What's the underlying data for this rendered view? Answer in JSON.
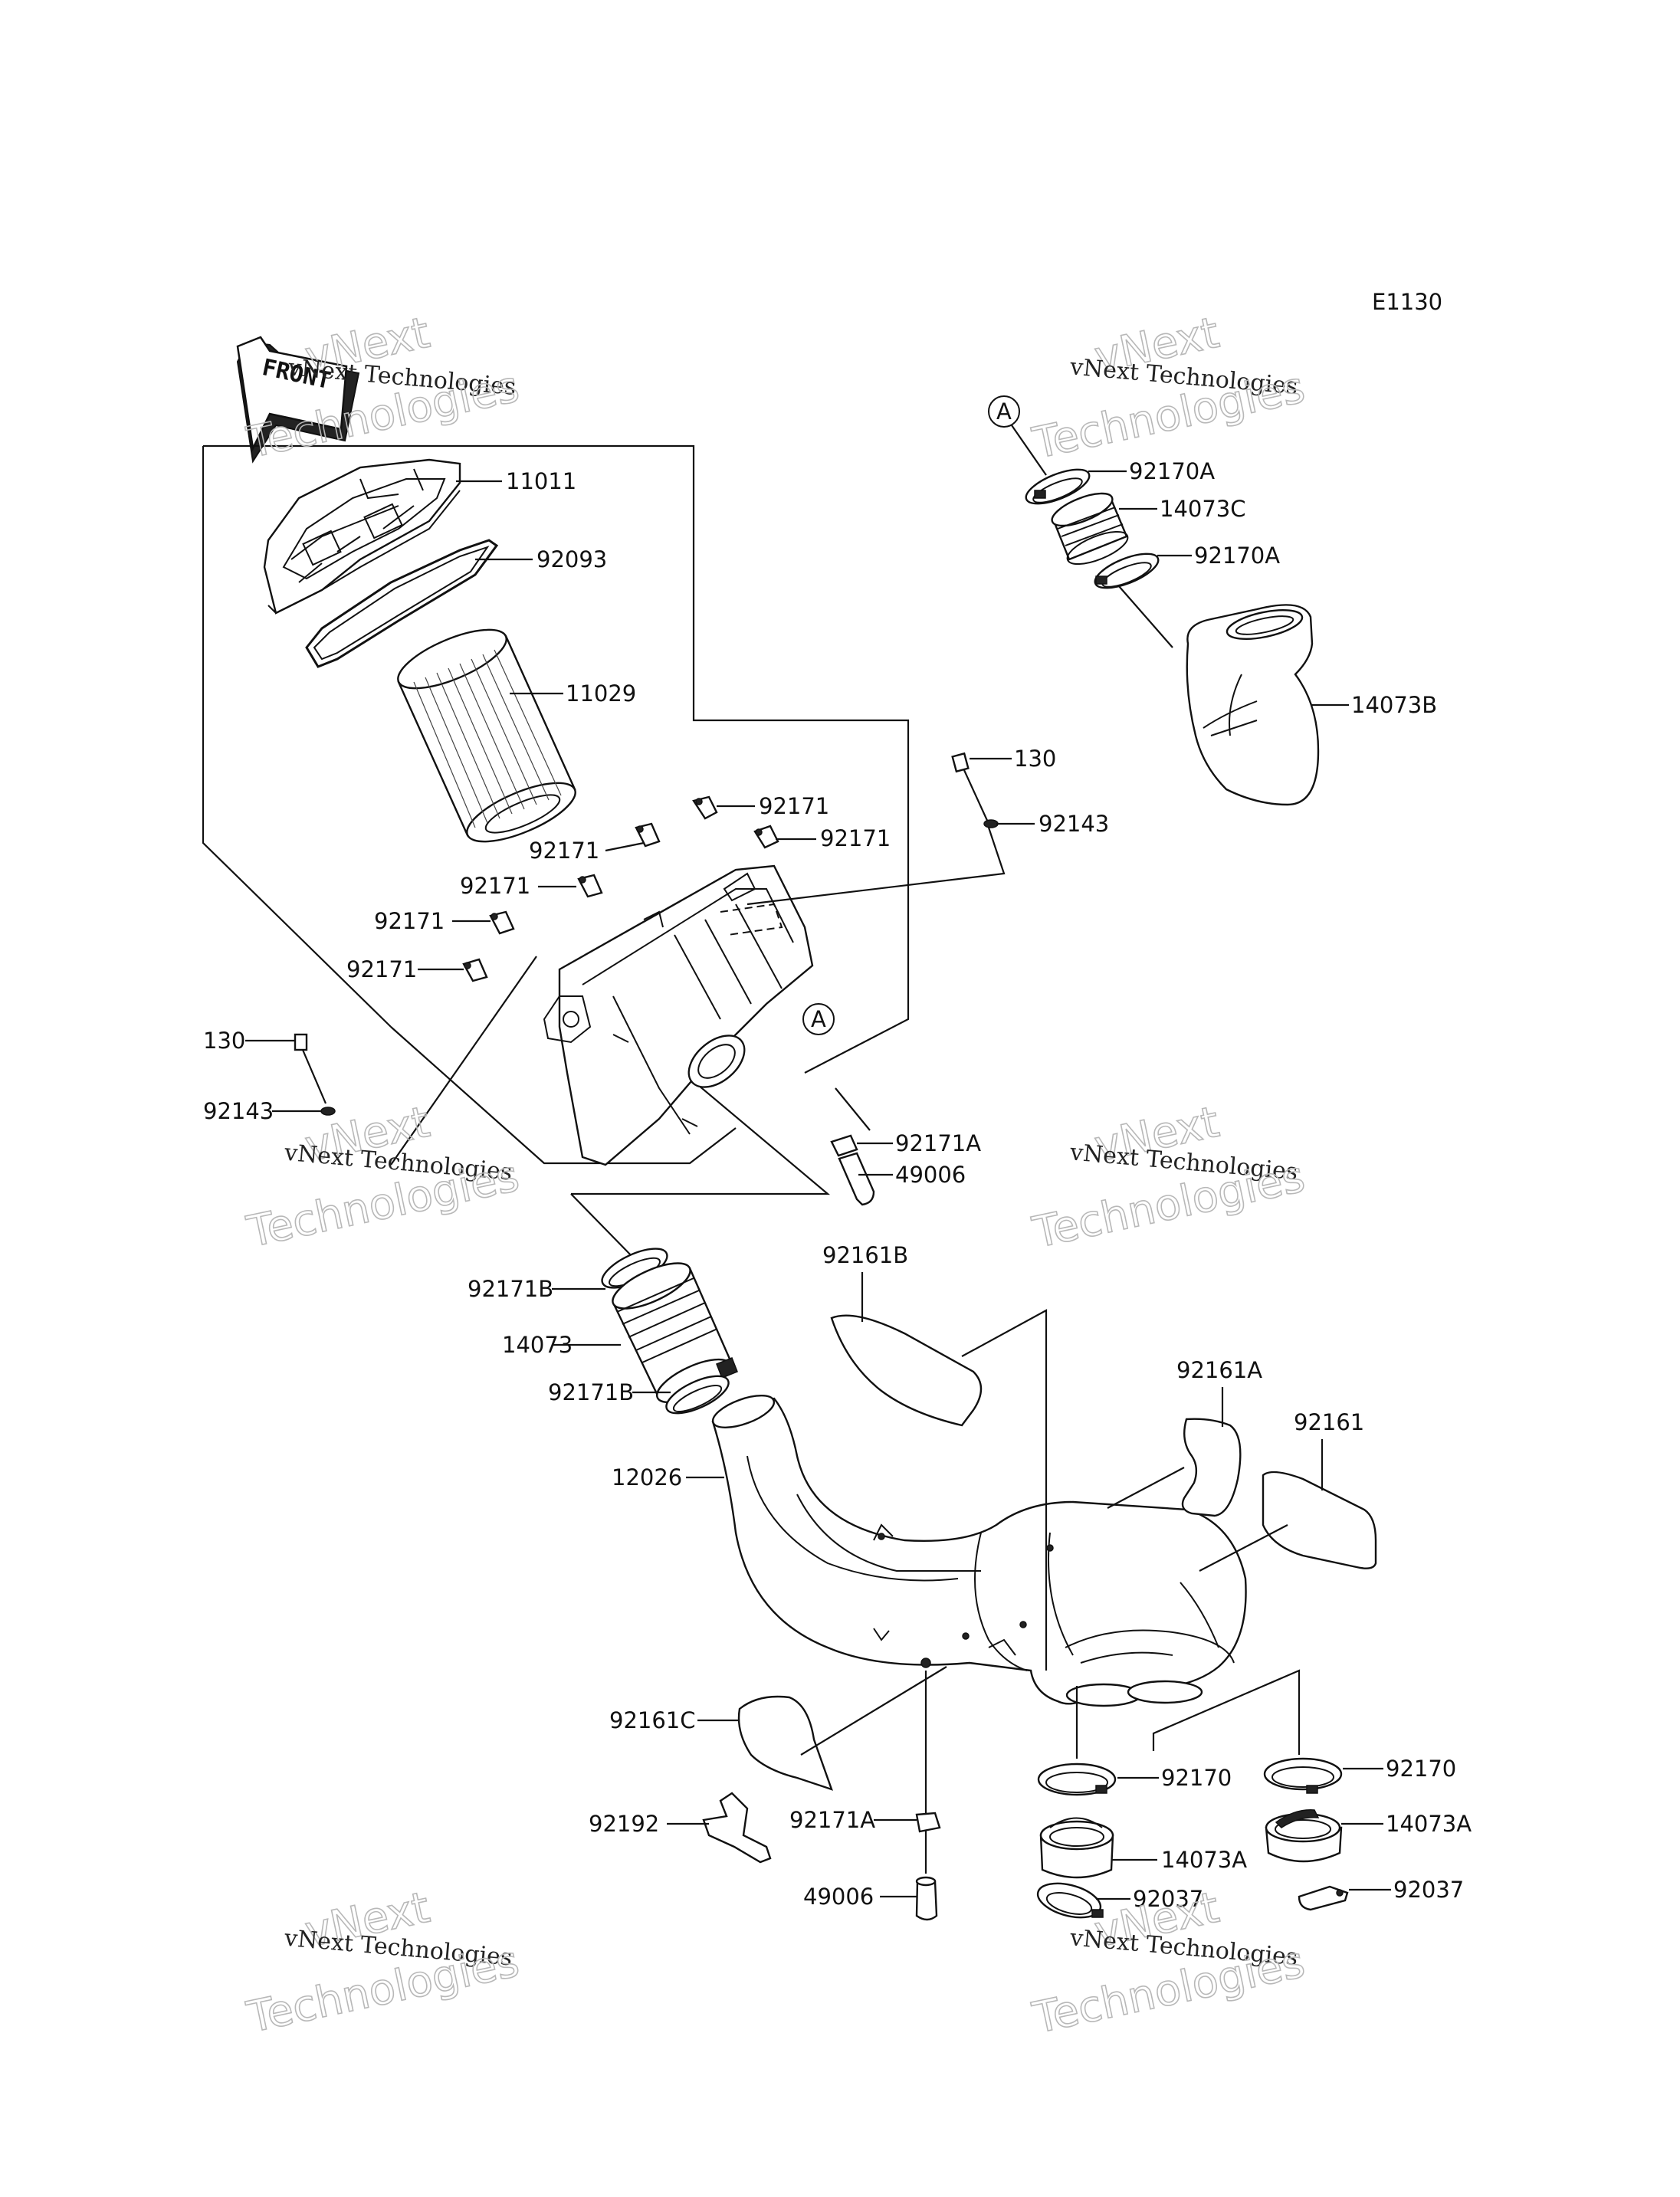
{
  "diagram_code": "E1130",
  "front_arrow_label": "FRONT",
  "watermark": {
    "line1": "vNext Technologies",
    "line2": "vNext",
    "line3": "Technologies"
  },
  "callout_a": "A",
  "parts": {
    "p11011": "11011",
    "p92093": "92093",
    "p11029": "11029",
    "p92171_1": "92171",
    "p92171_2": "92171",
    "p92171_3": "92171",
    "p92171_4": "92171",
    "p92171_5": "92171",
    "p92171_6": "92171",
    "p130_top": "130",
    "p92143_top": "92143",
    "p130_left": "130",
    "p92143_left": "92143",
    "p92171A_top": "92171A",
    "p49006_top": "49006",
    "p92170A_1": "92170A",
    "p14073C": "14073C",
    "p92170A_2": "92170A",
    "p14073B": "14073B",
    "p92171B_1": "92171B",
    "p14073": "14073",
    "p92171B_2": "92171B",
    "p12026": "12026",
    "p92161B": "92161B",
    "p92161A": "92161A",
    "p92161": "92161",
    "p92161C": "92161C",
    "p92192": "92192",
    "p92171A_bot": "92171A",
    "p49006_bot": "49006",
    "p92170_1": "92170",
    "p14073A_1": "14073A",
    "p92037_1": "92037",
    "p92170_2": "92170",
    "p14073A_2": "14073A",
    "p92037_2": "92037"
  }
}
